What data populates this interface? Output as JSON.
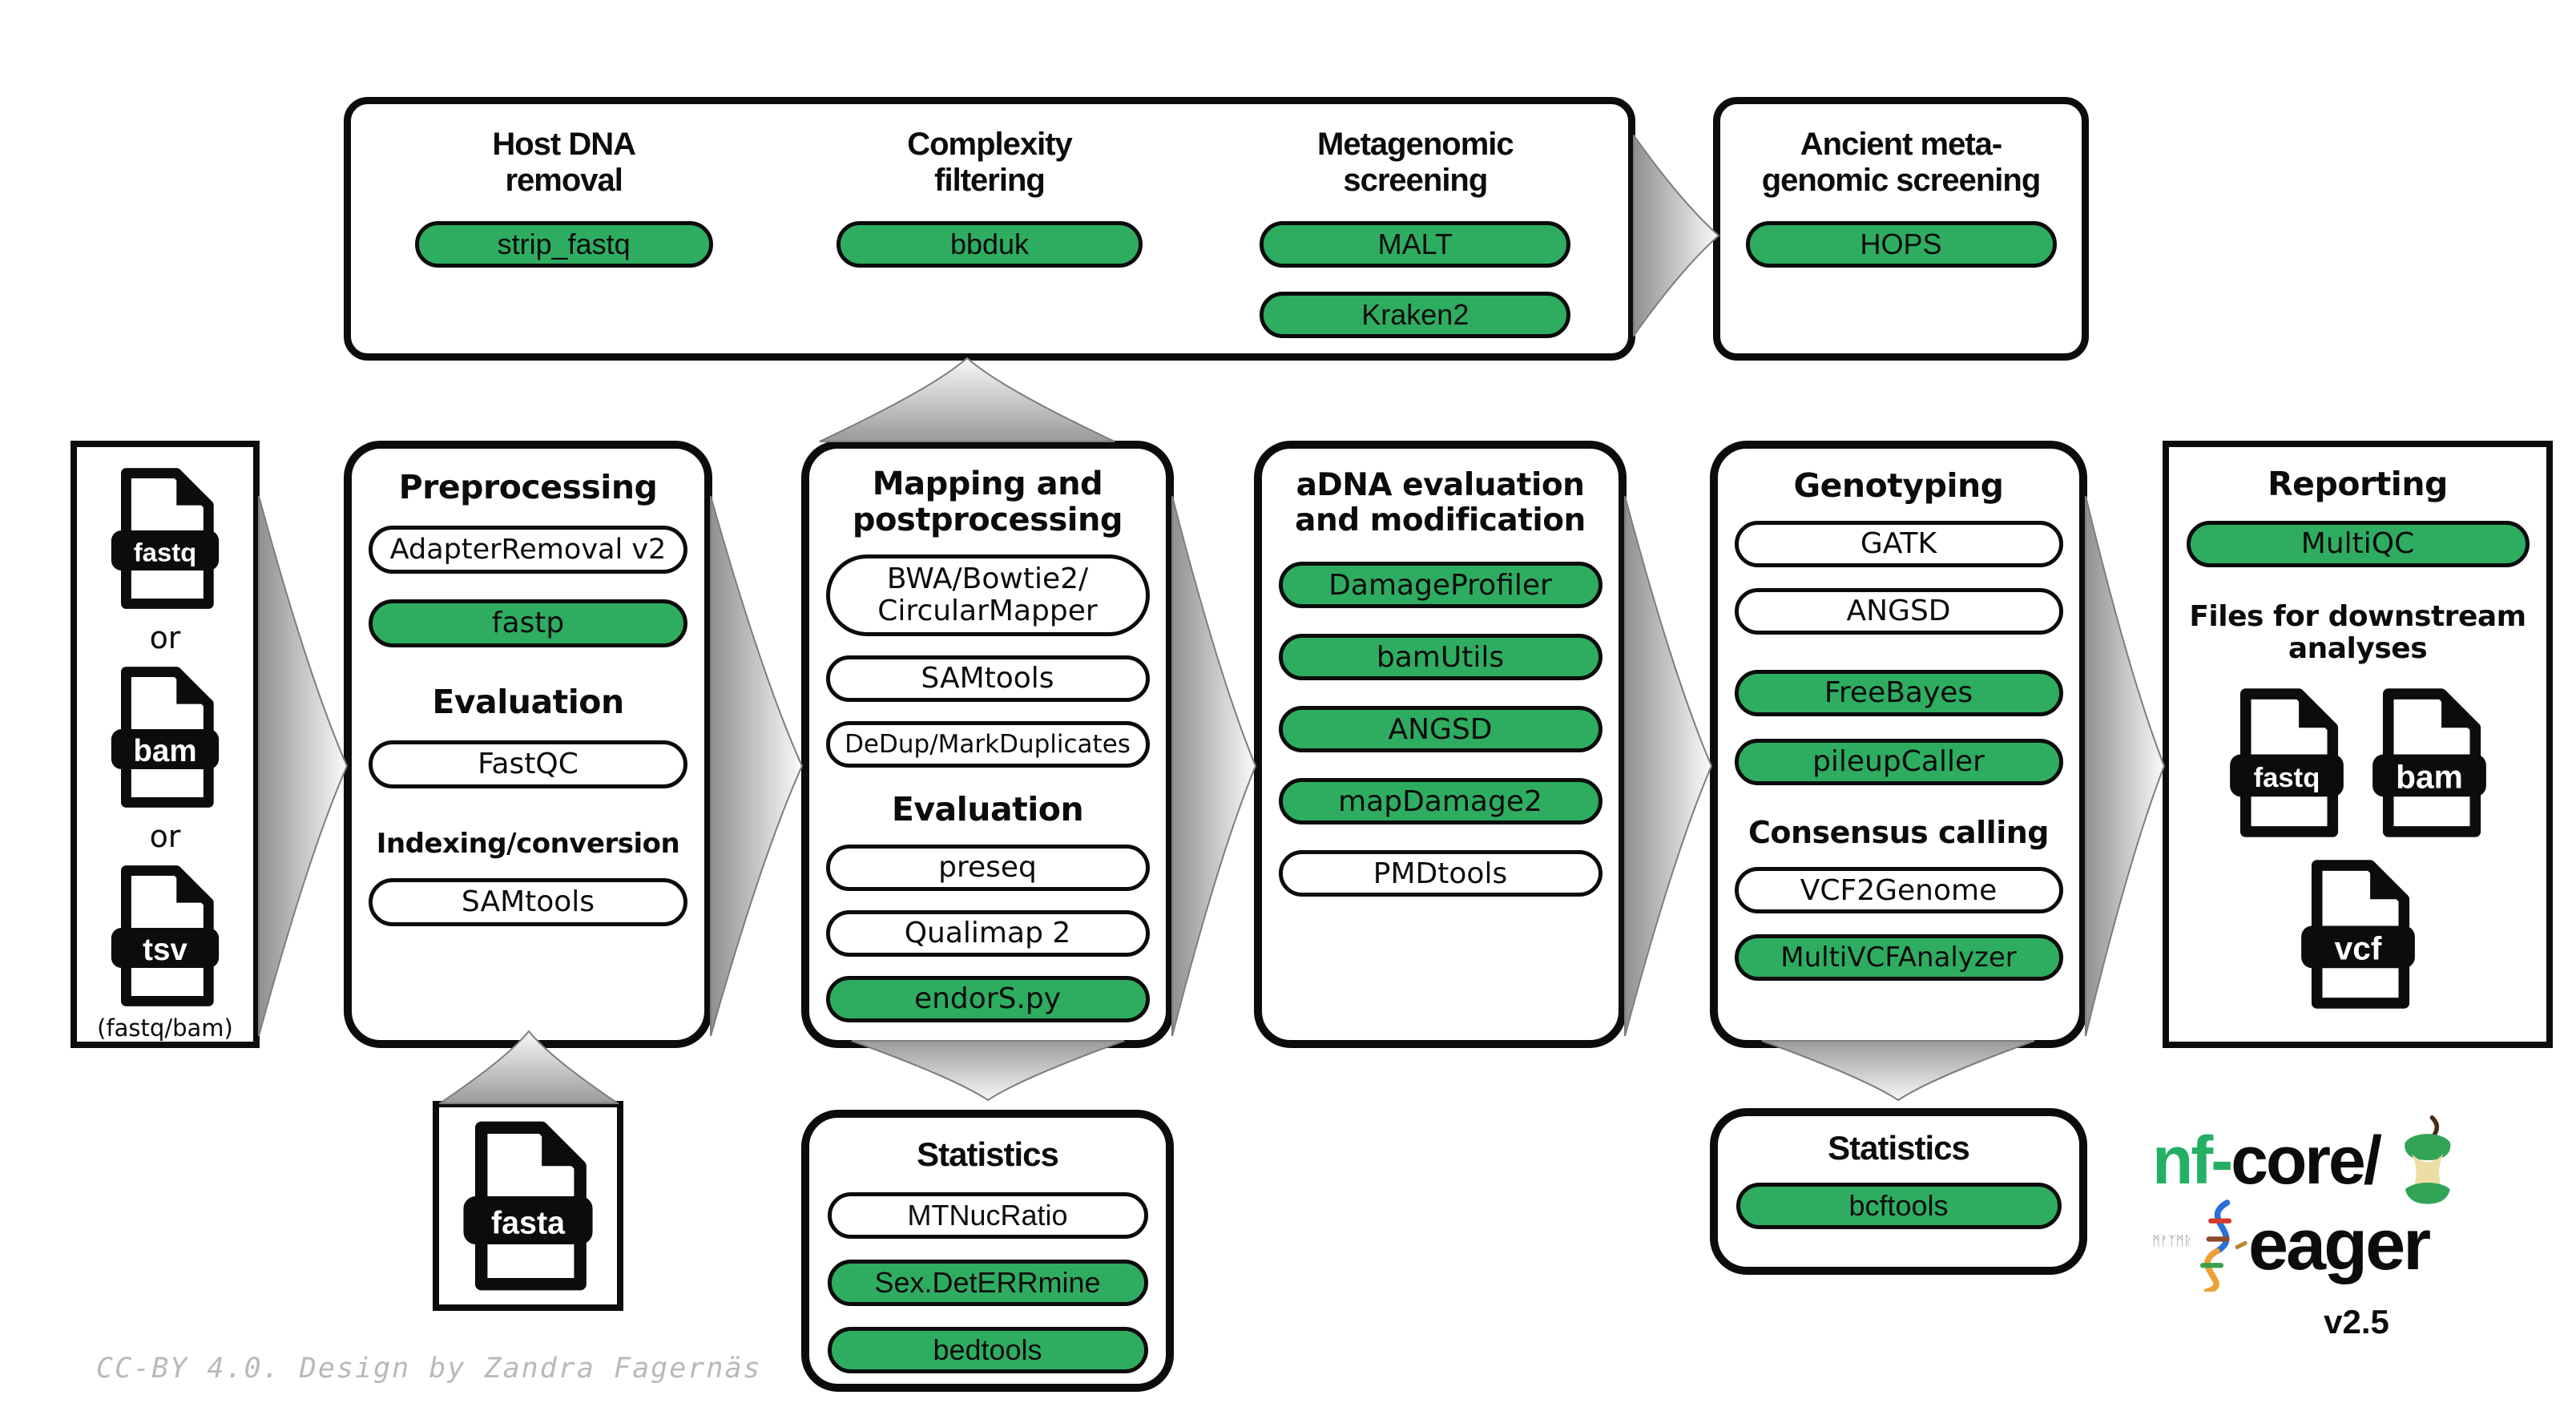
{
  "colors": {
    "pill_green": "#2ead61",
    "logo_green": "#24B064",
    "outline_black": "#0c0c0c",
    "arrow_gray": "#9a9a9a",
    "credit_gray": "#b9b9b9"
  },
  "icons": {
    "file-document-icon": "document with folded corner and label band",
    "apple-core-icon": "eaten green apple core",
    "dna-helix-icon": "colored DNA double helix with runes"
  },
  "top": {
    "main": {
      "columns": [
        {
          "title": "Host DNA\nremoval",
          "tools": [
            {
              "label": "strip_fastq",
              "highlight": true
            }
          ]
        },
        {
          "title": "Complexity\nfiltering",
          "tools": [
            {
              "label": "bbduk",
              "highlight": true
            }
          ]
        },
        {
          "title": "Metagenomic\nscreening",
          "tools": [
            {
              "label": "MALT",
              "highlight": true
            },
            {
              "label": "Kraken2",
              "highlight": true
            }
          ]
        }
      ]
    },
    "ancient": {
      "title": "Ancient meta-\ngenomic screening",
      "tools": [
        {
          "label": "HOPS",
          "highlight": true
        }
      ]
    }
  },
  "input": {
    "files": [
      "fastq",
      "bam",
      "tsv"
    ],
    "separator": "or",
    "note": "(fastq/bam)"
  },
  "preprocessing": {
    "title": "Preprocessing",
    "tools": [
      {
        "label": "AdapterRemoval v2",
        "highlight": false
      },
      {
        "label": "fastp",
        "highlight": true
      }
    ],
    "evaluation_title": "Evaluation",
    "evaluation_tools": [
      {
        "label": "FastQC",
        "highlight": false
      }
    ],
    "indexing_title": "Indexing/conversion",
    "indexing_tools": [
      {
        "label": "SAMtools",
        "highlight": false
      }
    ]
  },
  "mapping": {
    "title": "Mapping and\npostprocessing",
    "tools": [
      {
        "label": "BWA/Bowtie2/\nCircularMapper",
        "highlight": false
      },
      {
        "label": "SAMtools",
        "highlight": false
      },
      {
        "label": "DeDup/MarkDuplicates",
        "highlight": false
      }
    ],
    "evaluation_title": "Evaluation",
    "evaluation_tools": [
      {
        "label": "preseq",
        "highlight": false
      },
      {
        "label": "Qualimap 2",
        "highlight": false
      },
      {
        "label": "endorS.py",
        "highlight": true
      }
    ]
  },
  "adna": {
    "title": "aDNA evaluation\nand modification",
    "tools": [
      {
        "label": "DamageProfiler",
        "highlight": true
      },
      {
        "label": "bamUtils",
        "highlight": true
      },
      {
        "label": "ANGSD",
        "highlight": true
      },
      {
        "label": "mapDamage2",
        "highlight": true
      },
      {
        "label": "PMDtools",
        "highlight": false
      }
    ]
  },
  "genotyping": {
    "title": "Genotyping",
    "tools": [
      {
        "label": "GATK",
        "highlight": false
      },
      {
        "label": "ANGSD",
        "highlight": false
      },
      {
        "label": "FreeBayes",
        "highlight": true
      },
      {
        "label": "pileupCaller",
        "highlight": true
      }
    ],
    "consensus_title": "Consensus calling",
    "consensus_tools": [
      {
        "label": "VCF2Genome",
        "highlight": false
      },
      {
        "label": "MultiVCFAnalyzer",
        "highlight": true
      }
    ]
  },
  "reporting": {
    "title": "Reporting",
    "tools": [
      {
        "label": "MultiQC",
        "highlight": true
      }
    ],
    "downstream_title": "Files for downstream\nanalyses",
    "files": [
      "fastq",
      "bam",
      "vcf"
    ]
  },
  "fasta": {
    "file": "fasta"
  },
  "statistics_mapping": {
    "title": "Statistics",
    "tools": [
      {
        "label": "MTNucRatio",
        "highlight": false
      },
      {
        "label": "Sex.DetERRmine",
        "highlight": true
      },
      {
        "label": "bedtools",
        "highlight": true
      }
    ]
  },
  "statistics_genotyping": {
    "title": "Statistics",
    "tools": [
      {
        "label": "bcftools",
        "highlight": true
      }
    ]
  },
  "logo": {
    "org_green": "nf",
    "dash": "-",
    "org_black": "core/",
    "pipeline": "eager",
    "version": "v2.5",
    "runes": "ᛗᚠᛉᛗᚱ"
  },
  "credit": "CC-BY 4.0. Design by Zandra Fagernäs"
}
